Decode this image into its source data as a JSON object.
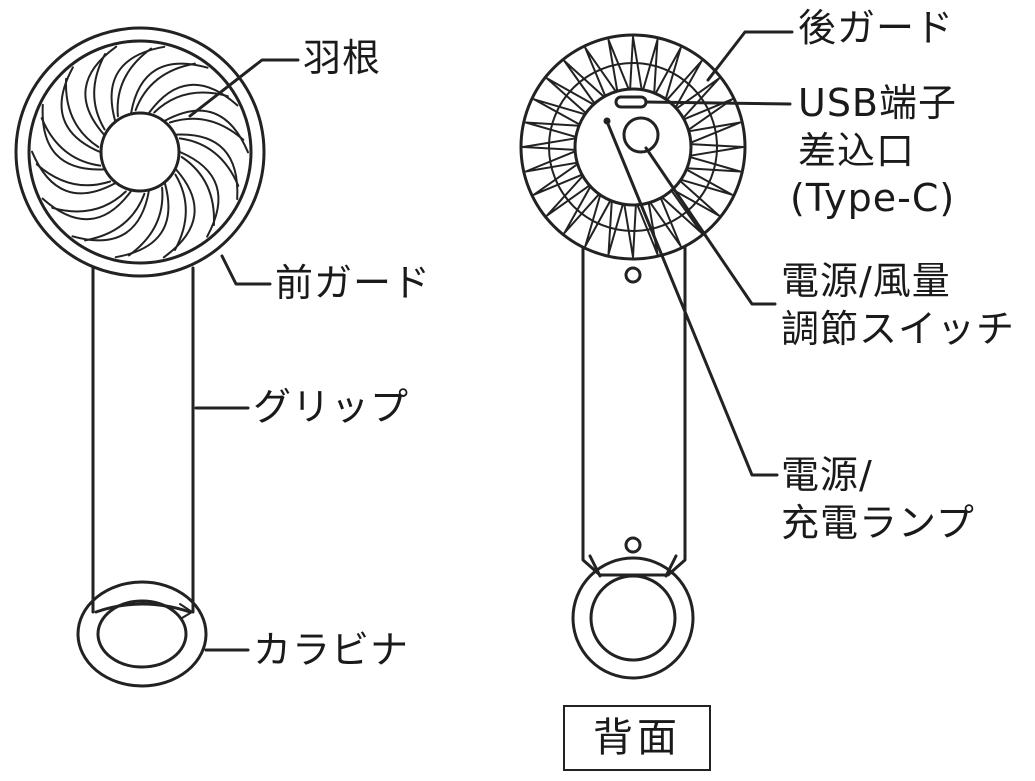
{
  "front_view": {
    "labels": {
      "blade": "羽根",
      "front_guard": "前ガード",
      "grip": "グリップ",
      "carabiner": "カラビナ"
    }
  },
  "back_view": {
    "labels": {
      "rear_guard": "後ガード",
      "usb_port_line1": "USB端子",
      "usb_port_line2": "差込口",
      "usb_port_line3": "(Type-C)",
      "switch_line1": "電源/風量",
      "switch_line2": "調節スイッチ",
      "lamp_line1": "電源/",
      "lamp_line2": "充電ランプ"
    },
    "caption": "背面"
  }
}
